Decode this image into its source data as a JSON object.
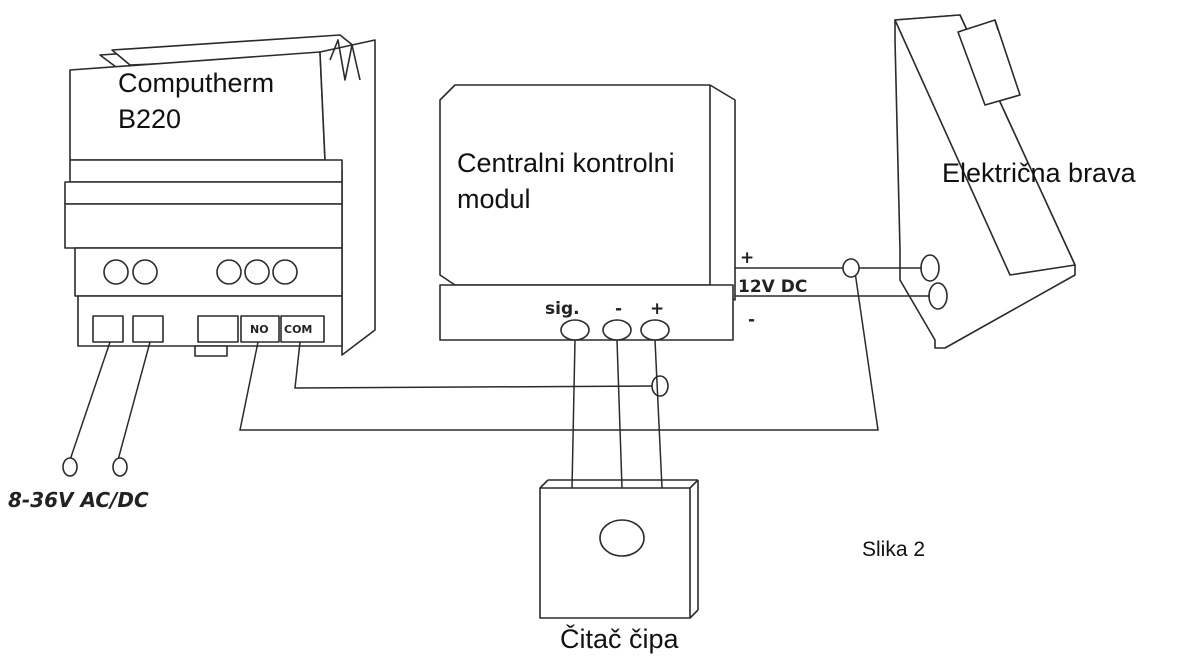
{
  "devices": {
    "thermostat": {
      "line1": "Computherm",
      "line2": "B220",
      "no_label": "NO",
      "com_label": "COM"
    },
    "control_module": {
      "line1": "Centralni kontrolni",
      "line2": "modul",
      "sig_label": "sig.",
      "minus_label": "-",
      "plus_label": "+"
    },
    "lock": {
      "label": "Električna brava"
    },
    "reader": {
      "label": "Čitač čipa"
    }
  },
  "supply": {
    "plus": "+",
    "voltage": "12V DC",
    "minus": "-"
  },
  "power_input": {
    "label": "8-36V AC/DC"
  },
  "figure": {
    "caption": "Slika 2"
  }
}
